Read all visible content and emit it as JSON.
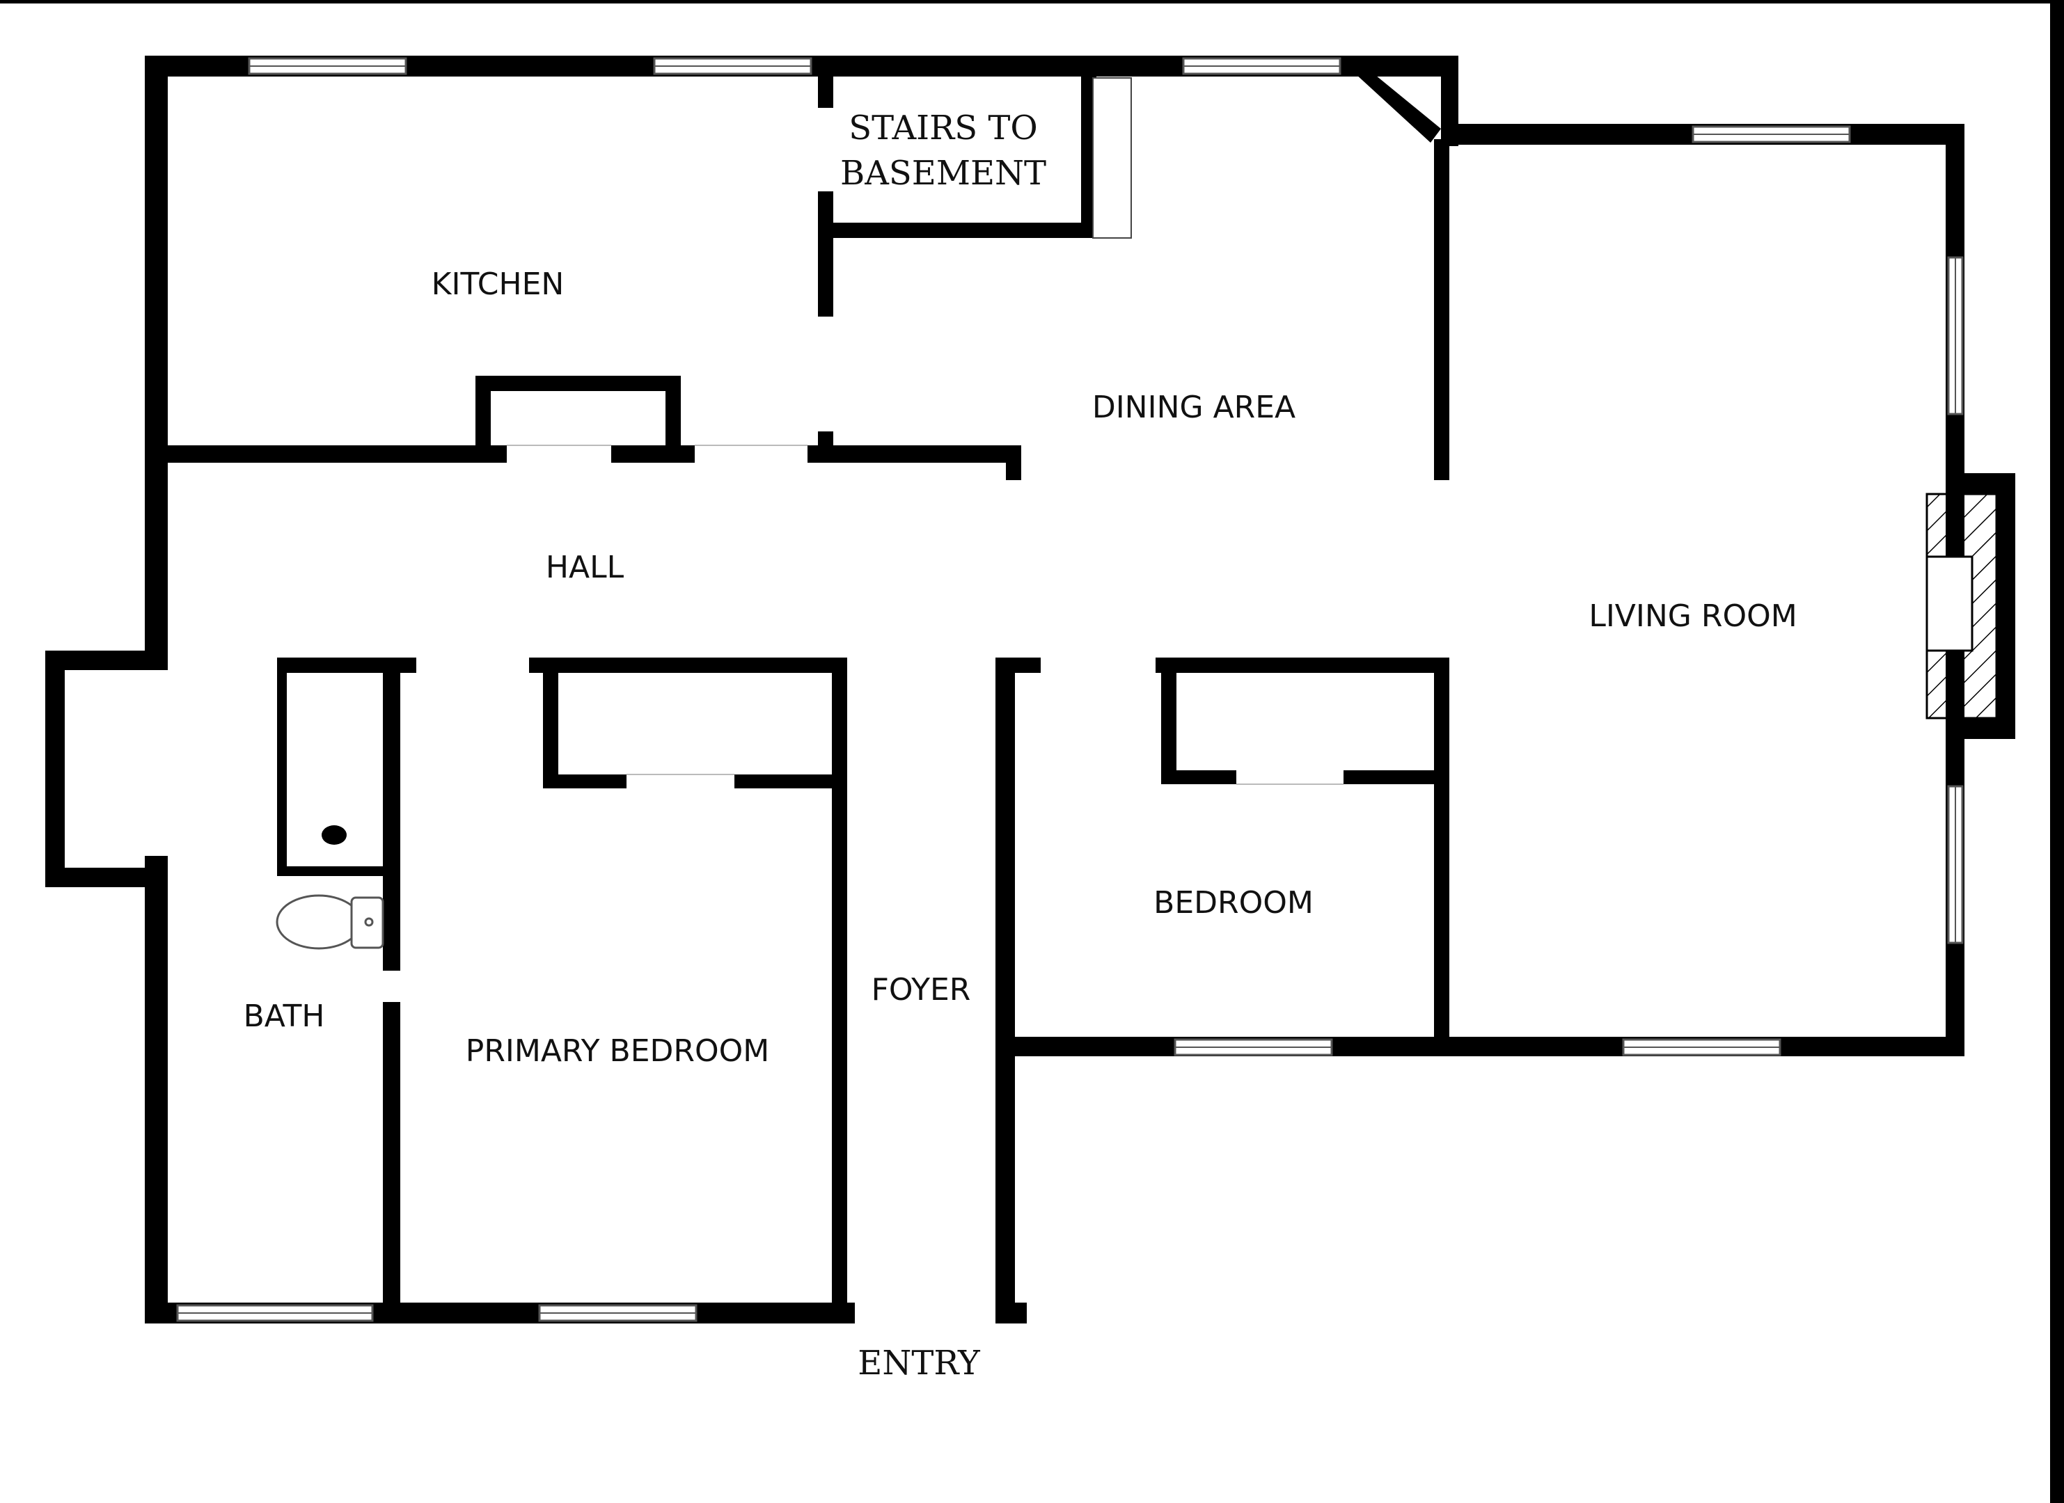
{
  "rooms": {
    "kitchen": "KITCHEN",
    "stairs_line1": "STAIRS TO",
    "stairs_line2": "BASEMENT",
    "dining": "DINING AREA",
    "hall": "HALL",
    "living": "LIVING ROOM",
    "bedroom": "BEDROOM",
    "bath": "BATH",
    "primary": "PRIMARY BEDROOM",
    "foyer": "FOYER",
    "entry": "ENTRY"
  },
  "colors": {
    "wall": "#000000",
    "window_frame": "#555555",
    "background": "#ffffff"
  }
}
